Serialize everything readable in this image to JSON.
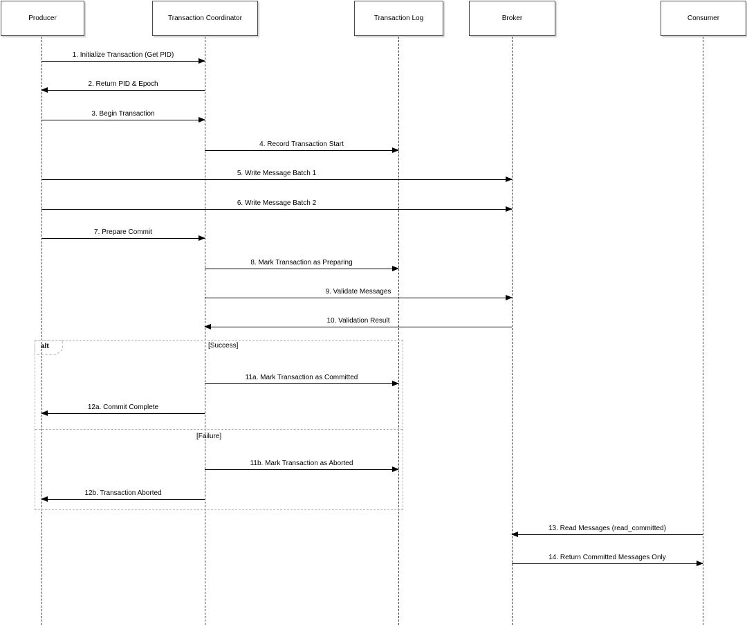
{
  "diagram_type": "uml-sequence",
  "participants": [
    {
      "name": "Producer"
    },
    {
      "name": "Transaction Coordinator"
    },
    {
      "name": "Transaction Log"
    },
    {
      "name": "Broker"
    },
    {
      "name": "Consumer"
    }
  ],
  "messages": [
    {
      "label": "1. Initialize Transaction (Get PID)",
      "from": "Producer",
      "to": "Transaction Coordinator"
    },
    {
      "label": "2. Return PID & Epoch",
      "from": "Transaction Coordinator",
      "to": "Producer"
    },
    {
      "label": "3. Begin Transaction",
      "from": "Producer",
      "to": "Transaction Coordinator"
    },
    {
      "label": "4. Record Transaction Start",
      "from": "Transaction Coordinator",
      "to": "Transaction Log"
    },
    {
      "label": "5. Write Message Batch 1",
      "from": "Producer",
      "to": "Broker"
    },
    {
      "label": "6. Write Message Batch 2",
      "from": "Producer",
      "to": "Broker"
    },
    {
      "label": "7. Prepare Commit",
      "from": "Producer",
      "to": "Transaction Coordinator"
    },
    {
      "label": "8. Mark Transaction as Preparing",
      "from": "Transaction Coordinator",
      "to": "Transaction Log"
    },
    {
      "label": "9. Validate Messages",
      "from": "Transaction Coordinator",
      "to": "Broker"
    },
    {
      "label": "10. Validation Result",
      "from": "Broker",
      "to": "Transaction Coordinator"
    },
    {
      "label": "11a. Mark Transaction as Committed",
      "from": "Transaction Coordinator",
      "to": "Transaction Log"
    },
    {
      "label": "12a. Commit Complete",
      "from": "Transaction Coordinator",
      "to": "Producer"
    },
    {
      "label": "11b. Mark Transaction as Aborted",
      "from": "Transaction Coordinator",
      "to": "Transaction Log"
    },
    {
      "label": "12b. Transaction Aborted",
      "from": "Transaction Coordinator",
      "to": "Producer"
    },
    {
      "label": "13. Read Messages (read_committed)",
      "from": "Consumer",
      "to": "Broker"
    },
    {
      "label": "14. Return Committed Messages Only",
      "from": "Broker",
      "to": "Consumer"
    }
  ],
  "alt_frame": {
    "operator": "alt",
    "success_guard": "[Success]",
    "failure_guard": "[Failure]"
  },
  "colors": {
    "background": "#ffffff",
    "arrow": "#000000",
    "box_border": "#4a4a4a",
    "frame_border": "#b5b5b5",
    "text": "#000000"
  }
}
